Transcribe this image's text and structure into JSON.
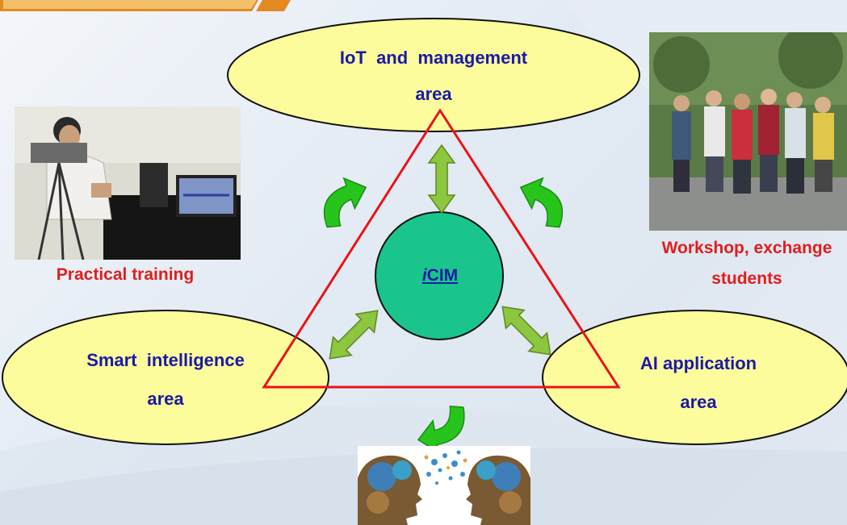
{
  "areas": {
    "top": {
      "line1": "IoT  and  management",
      "line2": "area"
    },
    "left": {
      "line1": "Smart  intelligence",
      "line2": "area"
    },
    "right": {
      "line1": "AI application",
      "line2": "area"
    }
  },
  "center": {
    "prefix": "i",
    "label": "CIM"
  },
  "photos": {
    "left": {
      "caption": "Practical  training"
    },
    "right": {
      "caption_line1": "Workshop, exchange",
      "caption_line2": "students"
    }
  },
  "colors": {
    "ellipse_fill": "#fdfc9c",
    "center_fill": "#19c58c",
    "triangle_stroke": "#e8141a",
    "arrow_fill": "#8dc63f",
    "curl_fill": "#27c51c",
    "text_blue": "#1a1aa6",
    "text_red": "#e01e1e"
  },
  "icons": [
    "double-arrow-icon",
    "curved-arrow-icon",
    "head-gears-icon"
  ]
}
